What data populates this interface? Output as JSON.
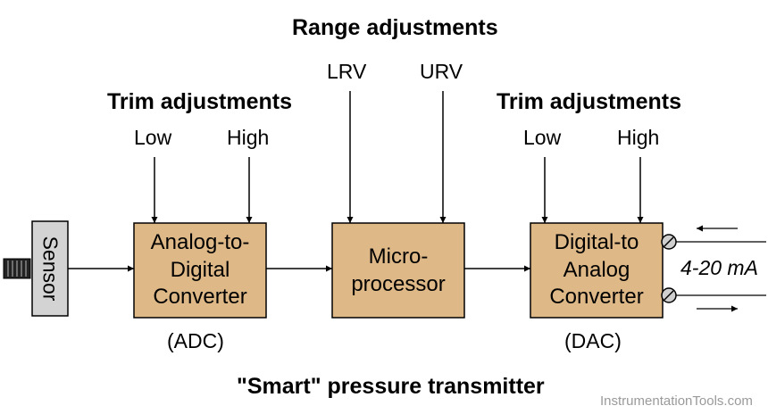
{
  "headings": {
    "range": "Range adjustments",
    "trim_left": "Trim adjustments",
    "trim_right": "Trim adjustments"
  },
  "inputs": {
    "adc_low": "Low",
    "adc_high": "High",
    "lrv": "LRV",
    "urv": "URV",
    "dac_low": "Low",
    "dac_high": "High"
  },
  "blocks": {
    "sensor": "Sensor",
    "adc": [
      "Analog-to-",
      "Digital",
      "Converter"
    ],
    "adc_abbr": "(ADC)",
    "micro": [
      "Micro-",
      "processor"
    ],
    "dac": [
      "Digital-to",
      "Analog",
      "Converter"
    ],
    "dac_abbr": "(DAC)"
  },
  "output": "4-20 mA",
  "caption": "\"Smart\" pressure transmitter",
  "credit": "InstrumentationTools.com",
  "colors": {
    "block_fill": "#deb887",
    "sensor_fill": "#d3d3d3",
    "line": "#000000",
    "credit": "#9a9a9a"
  }
}
